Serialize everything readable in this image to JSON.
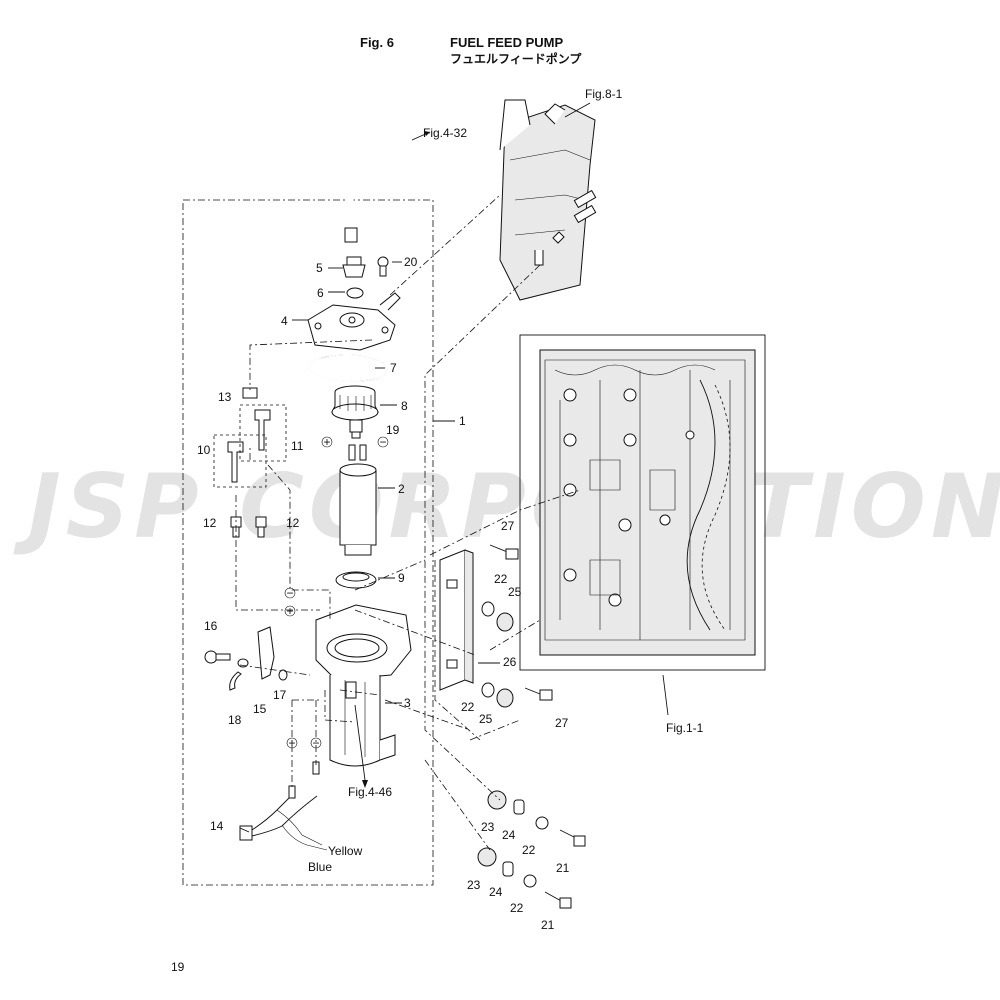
{
  "header": {
    "fig_no": "Fig. 6",
    "title": "FUEL FEED PUMP",
    "title_jp": "フュエルフィードポンプ"
  },
  "page_number": "19",
  "watermark": "JSP CORPORATION",
  "references": {
    "fig_8_1": "Fig.8-1",
    "fig_4_32": "Fig.4-32",
    "fig_1_1": "Fig.1-1",
    "fig_4_46": "Fig.4-46"
  },
  "wire_colors": {
    "yellow": "Yellow",
    "blue": "Blue"
  },
  "polarity": {
    "plus": "+",
    "minus": "−"
  },
  "callouts": {
    "c1": "1",
    "c2": "2",
    "c3": "3",
    "c4": "4",
    "c5": "5",
    "c6": "6",
    "c7": "7",
    "c8": "8",
    "c9": "9",
    "c10": "10",
    "c11": "11",
    "c12a": "12",
    "c12b": "12",
    "c13": "13",
    "c14": "14",
    "c15": "15",
    "c16": "16",
    "c17": "17",
    "c18": "18",
    "c19": "19",
    "c20": "20",
    "c21a": "21",
    "c21b": "21",
    "c22a": "22",
    "c22b": "22",
    "c22c": "22",
    "c22d": "22",
    "c23a": "23",
    "c23b": "23",
    "c24a": "24",
    "c24b": "24",
    "c25a": "25",
    "c25b": "25",
    "c26": "26",
    "c27a": "27",
    "c27b": "27"
  }
}
